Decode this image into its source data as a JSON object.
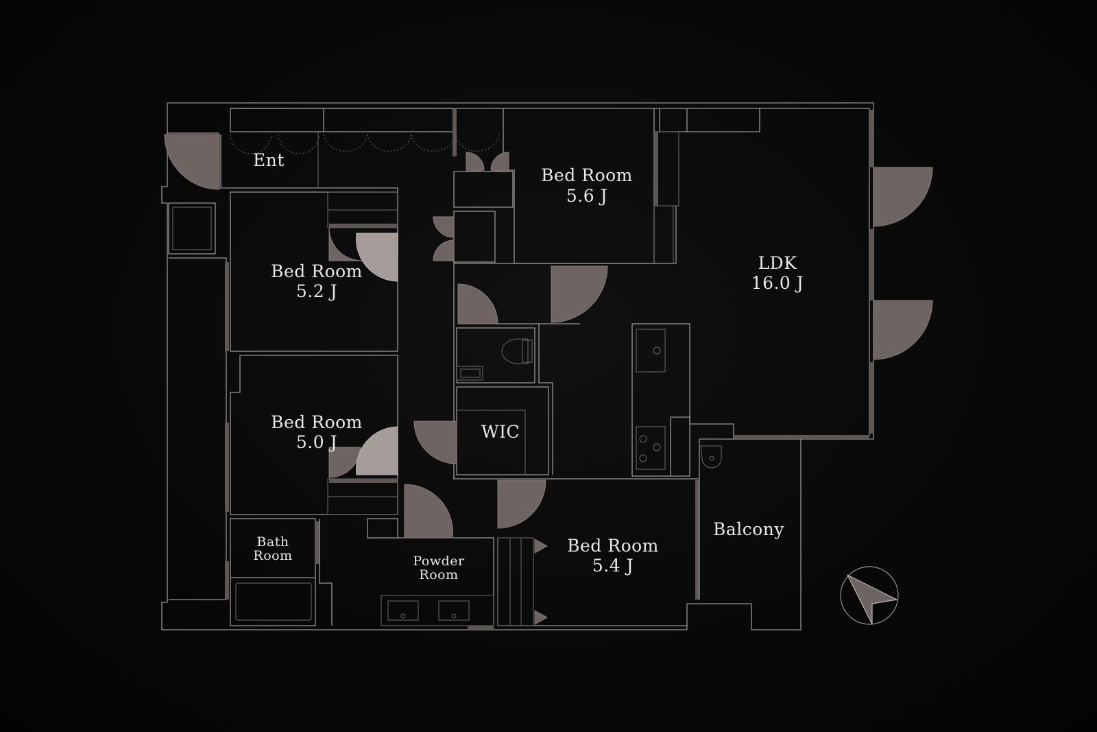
{
  "rooms": {
    "entrance": "Ent",
    "bed_top": {
      "name": "Bed Room",
      "size": "5.6 J"
    },
    "bed_upper_left": {
      "name": "Bed Room",
      "size": "5.2 J"
    },
    "bed_lower_left": {
      "name": "Bed Room",
      "size": "5.0 J"
    },
    "bed_bottom": {
      "name": "Bed Room",
      "size": "5.4 J"
    },
    "ldk": {
      "name": "LDK",
      "size": "16.0 J"
    },
    "wic": "WIC",
    "bath": {
      "line1": "Bath",
      "line2": "Room"
    },
    "powder": {
      "line1": "Powder",
      "line2": "Room"
    },
    "balcony": "Balcony"
  },
  "compass": {
    "icon": "north-arrow-icon"
  },
  "colors": {
    "background": "#050505",
    "wall": "#9a9492",
    "door": "#6e6562",
    "label": "#ece8e4"
  }
}
